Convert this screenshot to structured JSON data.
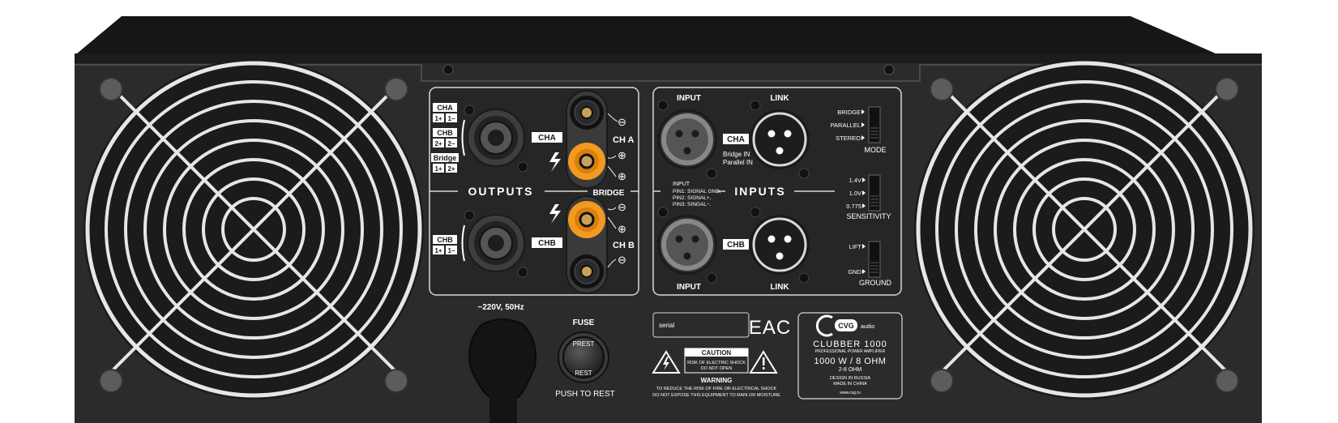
{
  "outputs": {
    "section_label": "OUTPUTS",
    "bridge_label": "BRIDGE",
    "cha_pins_title": "CHA",
    "cha_pin_1": "1+",
    "cha_pin_2": "1−",
    "chb_pins_title": "CHB",
    "chb_pin_1": "2+",
    "chb_pin_2": "2−",
    "bridge_pins_title": "Bridge",
    "bridge_pin_1": "1+",
    "bridge_pin_2": "2+",
    "chb_lower_title": "CHB",
    "chb_lower_pin_1": "1+",
    "chb_lower_pin_2": "1−",
    "speakon_a_tag": "CHA",
    "speakon_b_tag": "CHB",
    "binding_a_label": "CH A",
    "binding_b_label": "CH B",
    "minus_symbol": "⊖",
    "plus_symbol": "⊕"
  },
  "inputs": {
    "section_label": "INPUTS",
    "input_label": "INPUT",
    "link_label": "LINK",
    "cha_tag": "CHA",
    "chb_tag": "CHB",
    "bridge_in": "Bridge IN",
    "parallel_in": "Parallel IN",
    "pinout_title": "INPUT",
    "pinout_1": "PIN1: SIGNAL GND,",
    "pinout_2": "PIN2: SIGNAL+,",
    "pinout_3": "PIN3: SINGAL−."
  },
  "switches": {
    "mode": {
      "title": "MODE",
      "options": [
        "BRIDGE",
        "PARALLEL",
        "STEREO"
      ]
    },
    "sensitivity": {
      "title": "SENSITIVITY",
      "options": [
        "1.4V",
        "1.0V",
        "0.775"
      ]
    },
    "ground": {
      "title": "GROUND",
      "options": [
        "LIFT",
        "GND"
      ]
    }
  },
  "power": {
    "voltage_label": "~220V, 50Hz",
    "fuse_label": "FUSE",
    "fuse_cap_top": "PREST",
    "fuse_cap_bottom": "REST",
    "push_label": "PUSH TO REST"
  },
  "safety": {
    "serial_label": "serial",
    "eac_mark": "EAC",
    "caution_title": "CAUTION",
    "caution_line_1": "RISK OF ELECTRIC SHOCK",
    "caution_line_2": "DO NOT OPEN",
    "warning_title": "WARNING",
    "warning_line_1": "TO REDUCE THE RISK OF FIRE OR ELECTRICAL SHOCK",
    "warning_line_2": "DO NOT EXPOSE THIS EQUIPMENT TO RAIN OR MOISTURE"
  },
  "brand": {
    "logo_text": "CVG",
    "logo_suffix": "audio",
    "model": "CLUBBER 1000",
    "subtitle": "PROFESSIONAL POWER AMPLIFIER",
    "power_rating": "1000 W / 8 OHM",
    "impedance": "2-8 OHM",
    "design_origin": "DESIGN IN RUSSIA",
    "made_in": "MADE IN CHINA",
    "website": "www.cvg.ru"
  },
  "colors": {
    "chassis": "#2b2b2b",
    "top_band": "#141414",
    "accent_orange": "#f29a1f",
    "panel_line": "#d9d9d9"
  }
}
